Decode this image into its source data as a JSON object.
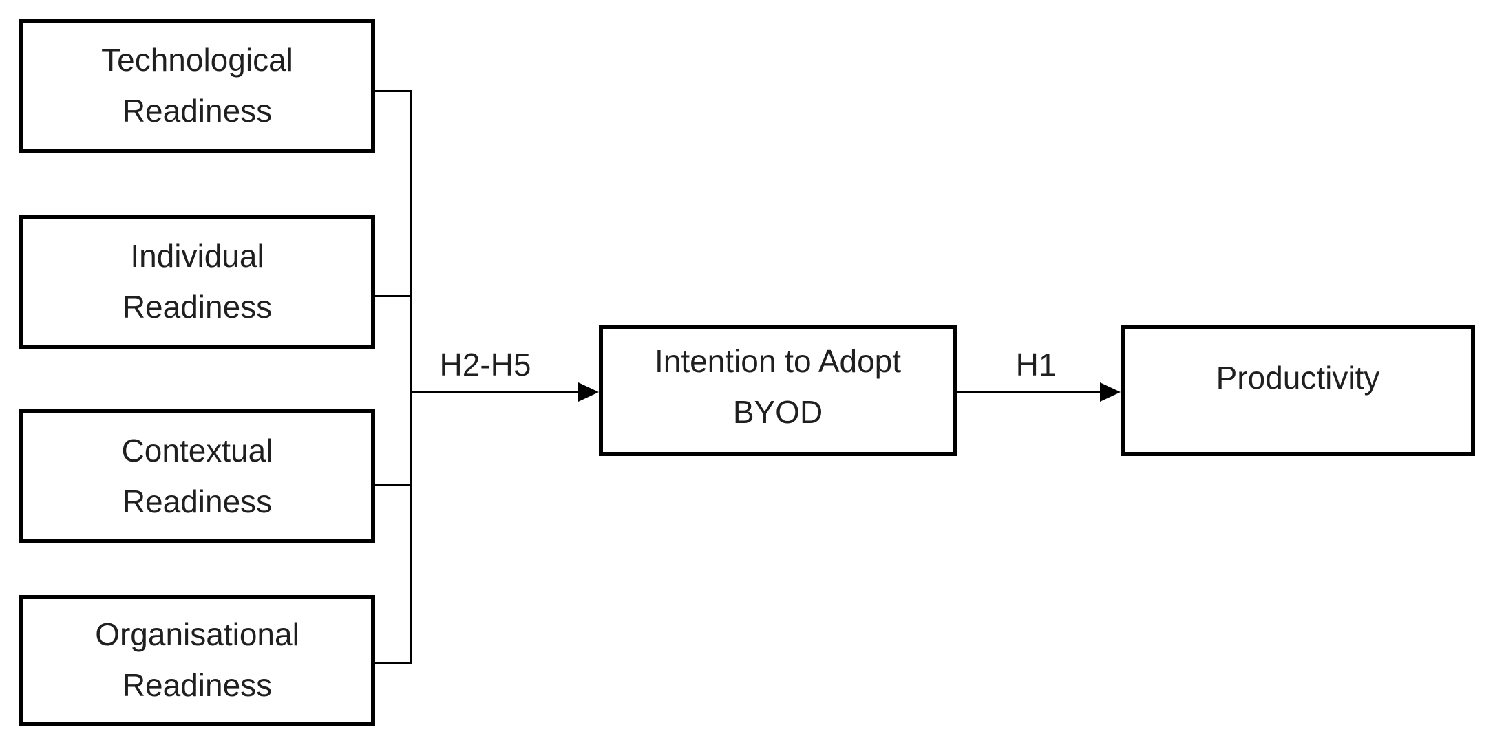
{
  "boxes": {
    "technological": {
      "lines": [
        "Technological",
        "Readiness"
      ]
    },
    "individual": {
      "lines": [
        "Individual",
        "Readiness"
      ]
    },
    "contextual": {
      "lines": [
        "Contextual",
        "Readiness"
      ]
    },
    "organisational": {
      "lines": [
        "Organisational",
        "Readiness"
      ]
    },
    "intention": {
      "lines": [
        "Intention to Adopt",
        "BYOD"
      ]
    },
    "productivity": {
      "lines": [
        "Productivity"
      ]
    }
  },
  "arrow_labels": {
    "h2h5": "H2-H5",
    "h1": "H1"
  },
  "colors": {
    "line": "#000000",
    "text": "#1f1f1f",
    "background": "#ffffff"
  }
}
